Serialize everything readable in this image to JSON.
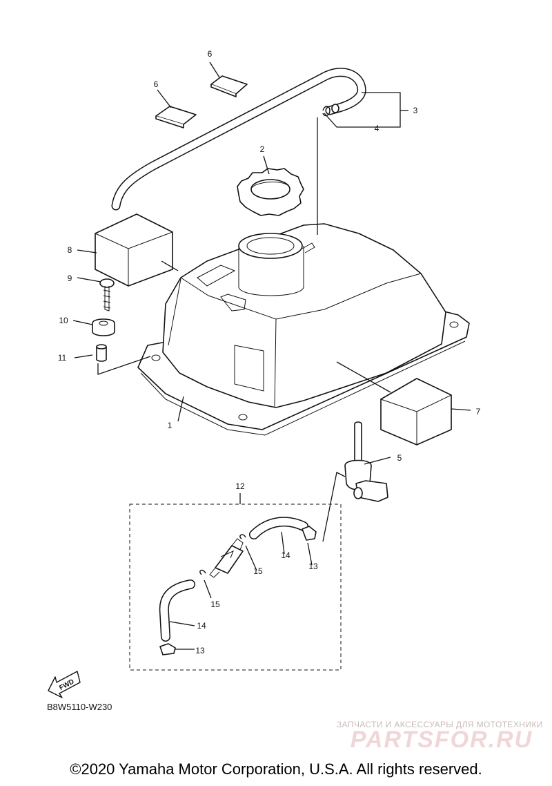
{
  "diagram_code": "B8W5110-W230",
  "copyright": "©2020 Yamaha Motor Corporation, U.S.A. All rights reserved.",
  "watermark": {
    "tagline": "ЗАПЧАСТИ И АКСЕССУАРЫ ДЛЯ МОТОТЕХНИКИ",
    "logo": "PARTSFOR.RU"
  },
  "fwd_label": "FWD",
  "callouts": {
    "c1": "1",
    "c2": "2",
    "c3": "3",
    "c4": "4",
    "c5": "5",
    "c6a": "6",
    "c6b": "6",
    "c7": "7",
    "c8": "8",
    "c9": "9",
    "c10": "10",
    "c11": "11",
    "c12": "12",
    "c13a": "13",
    "c13b": "13",
    "c14a": "14",
    "c14b": "14",
    "c15a": "15",
    "c15b": "15"
  }
}
